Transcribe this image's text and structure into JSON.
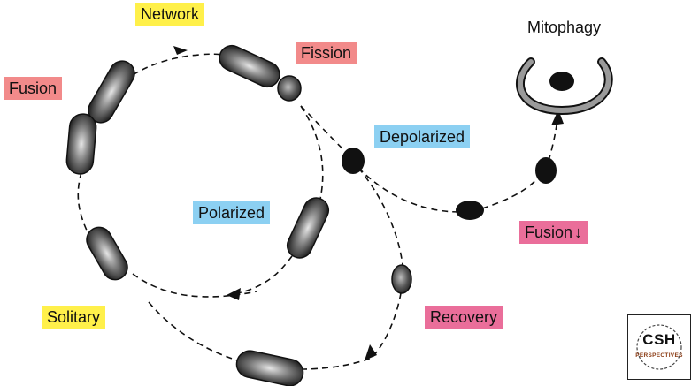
{
  "labels": {
    "network": "Network",
    "fission": "Fission",
    "fusion": "Fusion",
    "mitophagy": "Mitophagy",
    "depolarized": "Depolarized",
    "polarized": "Polarized",
    "fusion_down": "Fusion",
    "solitary": "Solitary",
    "recovery": "Recovery"
  },
  "fusion_down_arrow": "↓",
  "logo": {
    "main": "CSH",
    "sub": "PERSPECTIVES"
  },
  "colors": {
    "yellow": "#fff04a",
    "salmon": "#f28a8a",
    "blue": "#8cd0f2",
    "pink": "#ea6e9a",
    "mitochondrion_dark": "#222222",
    "mitochondrion_light": "#d8d8d8"
  },
  "icons": [
    "mitochondrion-icon",
    "depolarized-mitochondrion-icon",
    "autophagosome-icon",
    "dna-helix-icon",
    "arrow-head-icon"
  ]
}
